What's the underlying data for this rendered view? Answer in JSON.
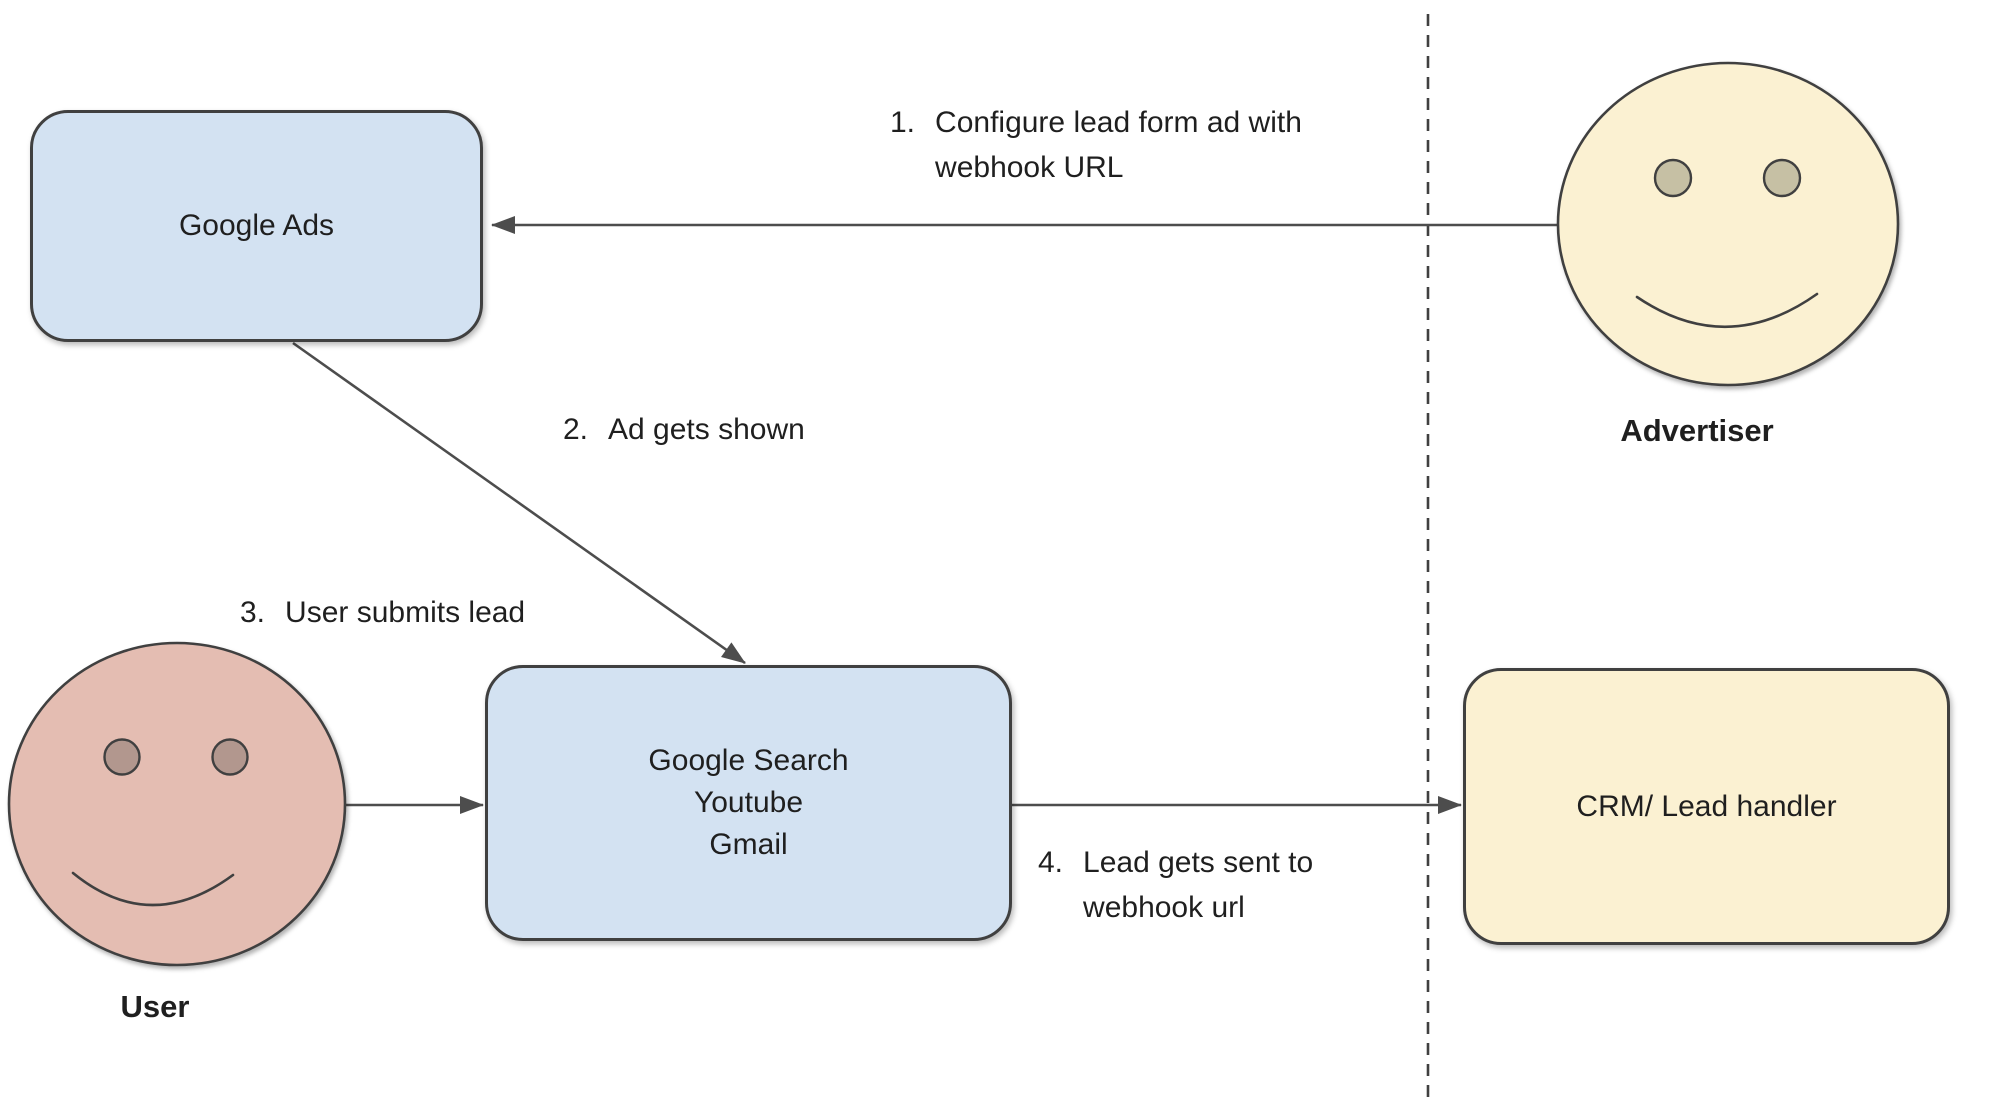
{
  "colors": {
    "surface_fill": "#d3e2f2",
    "partner_fill": "#fbf1d2",
    "advertiser_face_fill": "#fbf1d2",
    "advertiser_eye_fill": "#c6c0a4",
    "user_face_fill": "#e4bdb2",
    "user_eye_fill": "#b2978e",
    "stroke": "#404040",
    "arrow": "#4d4d4d",
    "text": "#1f1f1f"
  },
  "nodes": {
    "google_ads": {
      "label": "Google Ads"
    },
    "google_surfaces": {
      "line1": "Google Search",
      "line2": "Youtube",
      "line3": "Gmail"
    },
    "crm": {
      "label": "CRM/ Lead handler"
    }
  },
  "actors": {
    "advertiser": {
      "label": "Advertiser"
    },
    "user": {
      "label": "User"
    }
  },
  "steps": {
    "step1": {
      "number": "1.",
      "line1": "Configure lead form ad with",
      "line2": "webhook URL"
    },
    "step2": {
      "number": "2.",
      "text": "Ad gets shown"
    },
    "step3": {
      "number": "3.",
      "text": "User submits lead"
    },
    "step4": {
      "number": "4.",
      "line1": "Lead gets sent to",
      "line2": "webhook url"
    }
  }
}
